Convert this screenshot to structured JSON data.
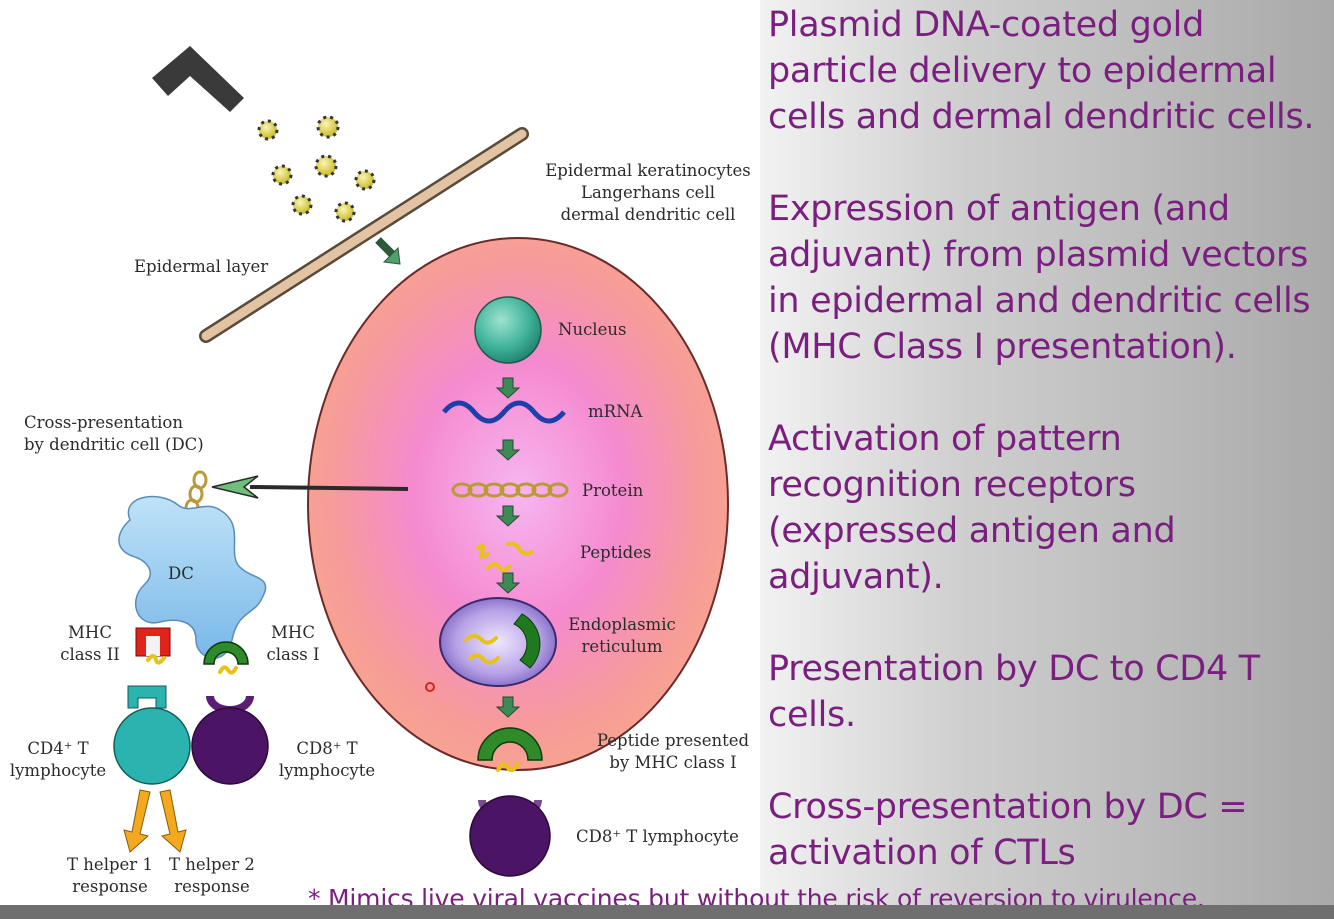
{
  "diagram": {
    "labels": {
      "epidermal_layer": "Epidermal layer",
      "target_cells": "Epidermal keratinocytes\nLangerhans cell\ndermal dendritic cell",
      "nucleus": "Nucleus",
      "mrna": "mRNA",
      "protein": "Protein",
      "peptides": "Peptides",
      "er": "Endoplasmic\nreticulum",
      "peptide_presented": "Peptide presented\nby MHC class I",
      "cd8_bottom": "CD8⁺ T lymphocyte",
      "cross_presentation": "Cross-presentation\nby dendritic cell (DC)",
      "dc": "DC",
      "mhc_class2": "MHC\nclass II",
      "mhc_class1": "MHC\nclass I",
      "cd4": "CD4⁺ T\nlymphocyte",
      "cd8": "CD8⁺ T\nlymphocyte",
      "th1": "T helper 1\nresponse",
      "th2": "T helper 2\nresponse"
    },
    "colors": {
      "cell_outer": "#f7a58e",
      "cell_inner": "#f58ad0",
      "nucleus": "#3fb39a",
      "dc": "#8ec9ee",
      "cd4": "#2bb3b0",
      "cd8": "#5b1e72",
      "mhc1": "#2f8a2a",
      "mhc2": "#e0241b",
      "er": "#8b76c9",
      "arrow_green": "#3e8a56",
      "arrow_orange": "#f2a91d",
      "gold": "#e2d66a"
    }
  },
  "text_panel": {
    "paragraphs": [
      "Plasmid DNA-coated gold\nparticle delivery to epidermal\ncells and dermal dendritic cells.",
      "Expression of antigen (and\nadjuvant) from plasmid vectors\nin epidermal and dendritic cells\n(MHC Class I presentation).",
      "Activation of pattern\nrecognition receptors\n(expressed antigen and\nadjuvant).",
      "Presentation by DC to CD4 T\ncells.",
      "Cross-presentation by DC =\nactivation of CTLs"
    ],
    "text_color": "#7a1e7f"
  },
  "footnote": "* Mimics live viral vaccines but without the risk of reversion to virulence."
}
